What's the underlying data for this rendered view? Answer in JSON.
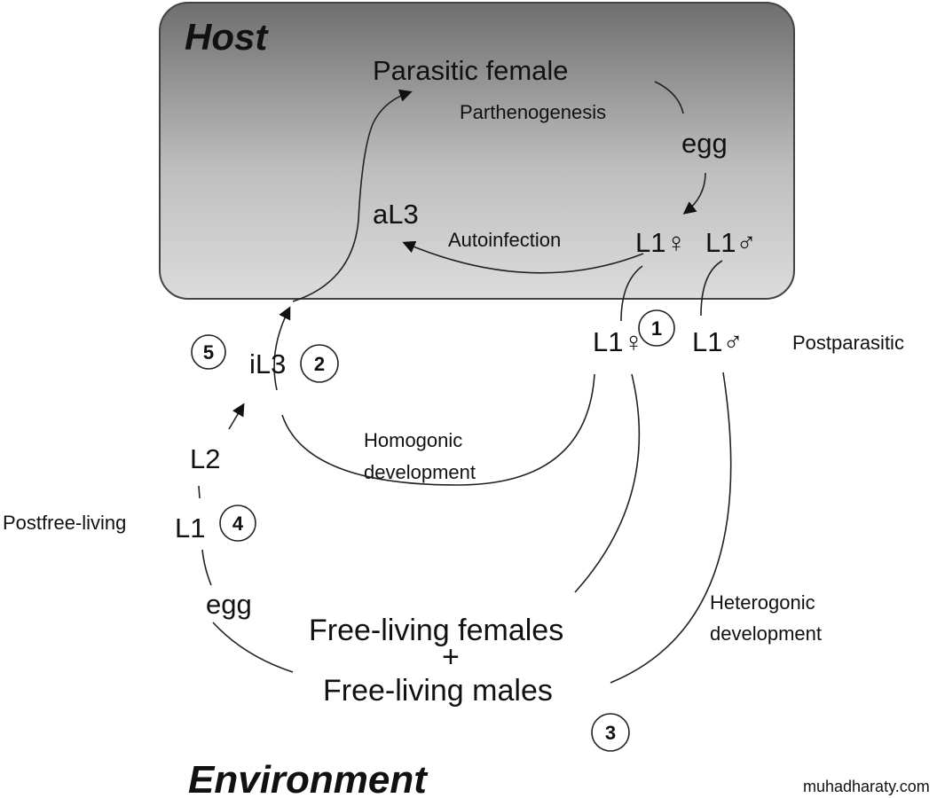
{
  "host": {
    "title": "Host",
    "parasitic_female": "Parasitic female",
    "parthenogenesis": "Parthenogenesis",
    "egg": "egg",
    "al3": "aL3",
    "autoinfection": "Autoinfection",
    "l1_female": "L1♀",
    "l1_male": "L1♂"
  },
  "postparasitic": {
    "l1_female": "L1♀",
    "l1_male": "L1♂",
    "label": "Postparasitic",
    "step": "1"
  },
  "homogonic": {
    "il3": "iL3",
    "step_il3": "2",
    "step_infect": "5",
    "line1": "Homogonic",
    "line2": "development"
  },
  "postfree": {
    "label": "Postfree-living",
    "l2": "L2",
    "l1": "L1",
    "step": "4",
    "egg": "egg"
  },
  "freeliving": {
    "females": "Free-living females",
    "plus": "+",
    "males": "Free-living males",
    "step": "3"
  },
  "heterogonic": {
    "line1": "Heterogonic",
    "line2": "development"
  },
  "environment": {
    "title": "Environment"
  },
  "watermark": "muhadharaty.com",
  "colors": {
    "host_top": "#6e6e6e",
    "host_bottom": "#dcdcdc"
  }
}
